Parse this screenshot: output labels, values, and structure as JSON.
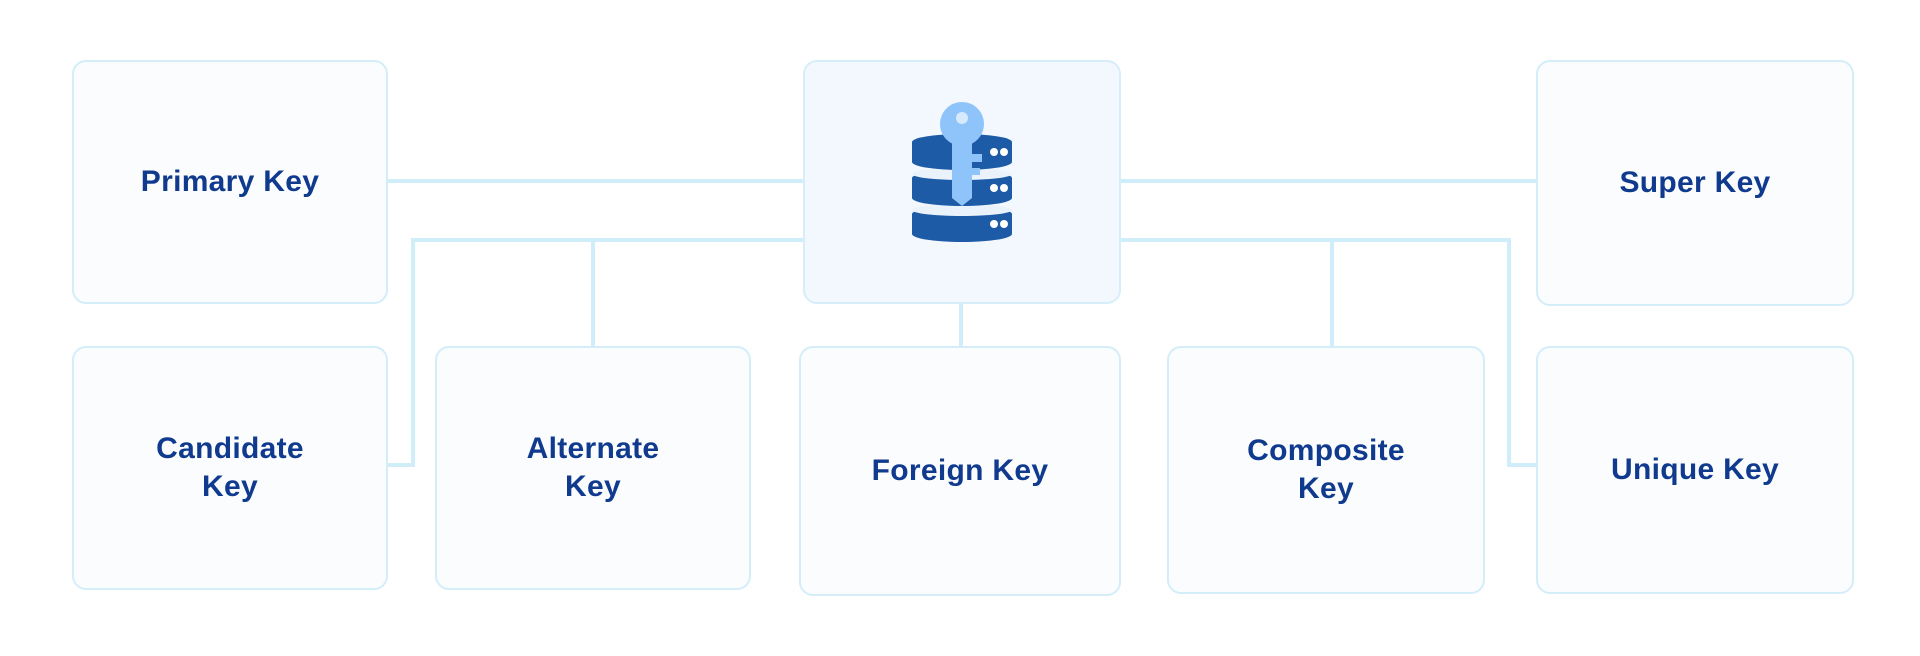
{
  "colors": {
    "connector": "#cfeefa",
    "box_border": "#d3eef9",
    "box_fill": "#fbfcfe",
    "label_text": "#0f3a8e",
    "db_dark": "#1e5ba6",
    "db_stripe": "#eaf3fb",
    "key_light": "#8fc4fb"
  },
  "hub": {
    "icon": "database-key-icon"
  },
  "nodes": {
    "primary_key": "Primary Key",
    "super_key": "Super Key",
    "candidate_key": "Candidate\nKey",
    "alternate_key": "Alternate\nKey",
    "foreign_key": "Foreign Key",
    "composite_key": "Composite\nKey",
    "unique_key": "Unique Key"
  }
}
